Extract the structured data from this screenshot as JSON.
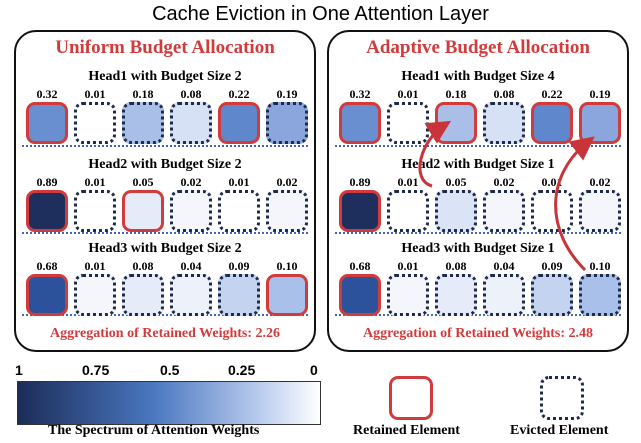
{
  "title": "Cache Eviction in One Attention Layer",
  "panels": [
    {
      "title": "Uniform Budget Allocation",
      "heads": [
        {
          "label": "Head1 with Budget Size 2",
          "cells": [
            {
              "value": "0.32",
              "state": "retained",
              "color": "#6a8fd0"
            },
            {
              "value": "0.01",
              "state": "evicted",
              "color": "#ffffff"
            },
            {
              "value": "0.18",
              "state": "evicted",
              "color": "#a9bfe8"
            },
            {
              "value": "0.08",
              "state": "evicted",
              "color": "#d7e1f5"
            },
            {
              "value": "0.22",
              "state": "retained",
              "color": "#5f87cc"
            },
            {
              "value": "0.19",
              "state": "evicted",
              "color": "#8aa6dd"
            }
          ]
        },
        {
          "label": "Head2 with Budget Size 2",
          "cells": [
            {
              "value": "0.89",
              "state": "retained",
              "color": "#1e2f5e"
            },
            {
              "value": "0.01",
              "state": "evicted",
              "color": "#ffffff"
            },
            {
              "value": "0.05",
              "state": "retained",
              "color": "#e5ebf8"
            },
            {
              "value": "0.02",
              "state": "evicted",
              "color": "#f4f6fc"
            },
            {
              "value": "0.01",
              "state": "evicted",
              "color": "#ffffff"
            },
            {
              "value": "0.02",
              "state": "evicted",
              "color": "#f4f6fc"
            }
          ]
        },
        {
          "label": "Head3 with Budget Size 2",
          "cells": [
            {
              "value": "0.68",
              "state": "retained",
              "color": "#2d529c"
            },
            {
              "value": "0.01",
              "state": "evicted",
              "color": "#f4f6fc"
            },
            {
              "value": "0.08",
              "state": "evicted",
              "color": "#e5ebf8"
            },
            {
              "value": "0.04",
              "state": "evicted",
              "color": "#edf1fa"
            },
            {
              "value": "0.09",
              "state": "evicted",
              "color": "#c3d3f0"
            },
            {
              "value": "0.10",
              "state": "retained",
              "color": "#a9c0ea"
            }
          ]
        }
      ],
      "aggregation": "Aggregation of Retained Weights: 2.26"
    },
    {
      "title": "Adaptive Budget Allocation",
      "heads": [
        {
          "label": "Head1 with Budget Size 4",
          "cells": [
            {
              "value": "0.32",
              "state": "retained",
              "color": "#6a8fd0"
            },
            {
              "value": "0.01",
              "state": "evicted",
              "color": "#ffffff"
            },
            {
              "value": "0.18",
              "state": "retained",
              "color": "#a9bfe8"
            },
            {
              "value": "0.08",
              "state": "evicted",
              "color": "#d7e1f5"
            },
            {
              "value": "0.22",
              "state": "retained",
              "color": "#5f87cc"
            },
            {
              "value": "0.19",
              "state": "retained",
              "color": "#8aa6dd"
            }
          ]
        },
        {
          "label": "Head2 with Budget Size 1",
          "cells": [
            {
              "value": "0.89",
              "state": "retained",
              "color": "#1e2f5e"
            },
            {
              "value": "0.01",
              "state": "evicted",
              "color": "#ffffff"
            },
            {
              "value": "0.05",
              "state": "evicted",
              "color": "#dbe4f6"
            },
            {
              "value": "0.02",
              "state": "evicted",
              "color": "#f4f6fc"
            },
            {
              "value": "0.01",
              "state": "evicted",
              "color": "#ffffff"
            },
            {
              "value": "0.02",
              "state": "evicted",
              "color": "#f4f6fc"
            }
          ]
        },
        {
          "label": "Head3 with Budget Size 1",
          "cells": [
            {
              "value": "0.68",
              "state": "retained",
              "color": "#2d529c"
            },
            {
              "value": "0.01",
              "state": "evicted",
              "color": "#f4f6fc"
            },
            {
              "value": "0.08",
              "state": "evicted",
              "color": "#e5ebf8"
            },
            {
              "value": "0.04",
              "state": "evicted",
              "color": "#edf1fa"
            },
            {
              "value": "0.09",
              "state": "evicted",
              "color": "#c3d3f0"
            },
            {
              "value": "0.10",
              "state": "evicted",
              "color": "#a9c0ea"
            }
          ]
        }
      ],
      "aggregation": "Aggregation of Retained Weights: 2.48"
    }
  ],
  "legend": {
    "ticks": [
      "1",
      "0.75",
      "0.5",
      "0.25",
      "0"
    ],
    "spectrum_label": "The Spectrum of Attention Weights",
    "retained_label": "Retained Element",
    "evicted_label": "Evicted Element"
  },
  "colors": {
    "accent_red": "#d23b3b",
    "dark_navy": "#1d2a4a",
    "separator_blue": "#3f66b8"
  }
}
